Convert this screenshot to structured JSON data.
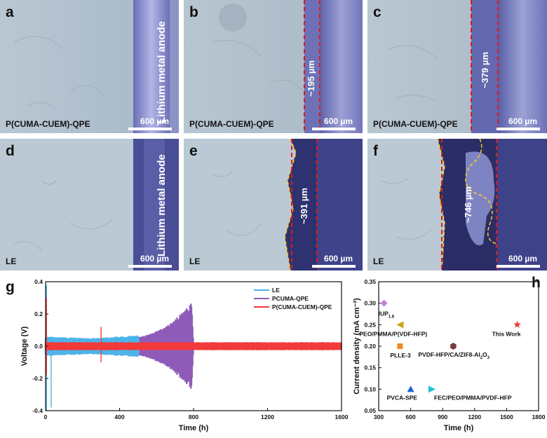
{
  "panels": {
    "a": {
      "letter": "a",
      "caption": "P(CUMA-CUEM)-QPE",
      "scale": "600 µm",
      "anode_label": "Lithium metal anode"
    },
    "b": {
      "letter": "b",
      "caption": "P(CUMA-CUEM)-QPE",
      "scale": "600 µm",
      "thickness": "~195 µm"
    },
    "c": {
      "letter": "c",
      "caption": "P(CUMA-CUEM)-QPE",
      "scale": "600 µm",
      "thickness": "~379 µm"
    },
    "d": {
      "letter": "d",
      "caption": "LE",
      "scale": "600 µm",
      "anode_label": "Lithium metal anode"
    },
    "e": {
      "letter": "e",
      "caption": "LE",
      "scale": "600 µm",
      "thickness": "~391 µm"
    },
    "f": {
      "letter": "f",
      "caption": "LE",
      "scale": "600 µm",
      "thickness": "~746 µm"
    }
  },
  "chart_data": [
    {
      "panel": "g",
      "type": "line",
      "xlabel": "Time (h)",
      "ylabel": "Voltage (V)",
      "xlim": [
        0,
        1600
      ],
      "ylim": [
        -0.4,
        0.4
      ],
      "xticks": [
        0,
        400,
        800,
        1200,
        1600
      ],
      "yticks": [
        -0.4,
        -0.2,
        0.0,
        0.2,
        0.4
      ],
      "legend_position": "top-right",
      "series": [
        {
          "name": "LE",
          "color": "#4db3e8",
          "envelope": [
            [
              0,
              0.06
            ],
            [
              250,
              0.05
            ],
            [
              400,
              0.06
            ],
            [
              500,
              0.07
            ],
            [
              510,
              0.0
            ]
          ],
          "spikes": [
            [
              5,
              -0.4
            ],
            [
              5,
              0.38
            ],
            [
              30,
              -0.38
            ]
          ]
        },
        {
          "name": "PCUMA-QPE",
          "color": "#8e5cb8",
          "envelope": [
            [
              0,
              0.03
            ],
            [
              450,
              0.04
            ],
            [
              550,
              0.07
            ],
            [
              650,
              0.12
            ],
            [
              750,
              0.22
            ],
            [
              790,
              0.27
            ],
            [
              800,
              0.0
            ]
          ]
        },
        {
          "name": "P(CUMA-CUEM)-QPE",
          "color": "#f23a3a",
          "envelope": [
            [
              0,
              0.025
            ],
            [
              300,
              0.025
            ],
            [
              800,
              0.025
            ],
            [
              1300,
              0.025
            ],
            [
              1600,
              0.025
            ]
          ],
          "spikes": [
            [
              5,
              0.3
            ],
            [
              5,
              -0.18
            ],
            [
              300,
              0.12
            ],
            [
              300,
              -0.1
            ]
          ]
        }
      ]
    },
    {
      "panel": "h",
      "type": "scatter",
      "xlabel": "Time (h)",
      "ylabel": "Current density (mA cm⁻²)",
      "xlim": [
        300,
        1800
      ],
      "ylim": [
        0.05,
        0.35
      ],
      "xticks": [
        300,
        600,
        900,
        1200,
        1500,
        1800
      ],
      "yticks": [
        0.05,
        0.1,
        0.15,
        0.2,
        0.25,
        0.3,
        0.35
      ],
      "points": [
        {
          "label": "IUP",
          "label_sub": "1.8",
          "x": 350,
          "y": 0.3,
          "marker": "diamond",
          "color": "#c17fdc"
        },
        {
          "label": "PEO/PMMA/P(VDF-HFP)",
          "x": 500,
          "y": 0.25,
          "marker": "triangle-left",
          "color": "#c9a21a"
        },
        {
          "label": "PLLE-3",
          "x": 500,
          "y": 0.2,
          "marker": "square",
          "color": "#ee8a2a"
        },
        {
          "label": "PVDF-HFP/CA/ZIF8-Al",
          "label_sub": "2",
          "label_tail": "O",
          "label_sub2": "3",
          "x": 1000,
          "y": 0.2,
          "marker": "hexagon",
          "color": "#7a3b3b"
        },
        {
          "label": "PVCA-SPE",
          "x": 600,
          "y": 0.1,
          "marker": "triangle-up",
          "color": "#1f63d6"
        },
        {
          "label": "FEC/PEO/PMMA/PVDF-HFP",
          "x": 800,
          "y": 0.1,
          "marker": "triangle-right",
          "color": "#1fc3d6"
        },
        {
          "label": "This Work",
          "x": 1600,
          "y": 0.25,
          "marker": "star",
          "color": "#ee3b3b"
        }
      ]
    }
  ],
  "panel_letters": {
    "g": "g",
    "h": "h"
  },
  "colors": {
    "cut_line": "#e21a1a",
    "dendrite_edge": "#ffcc22",
    "scale": "#ffffff"
  }
}
